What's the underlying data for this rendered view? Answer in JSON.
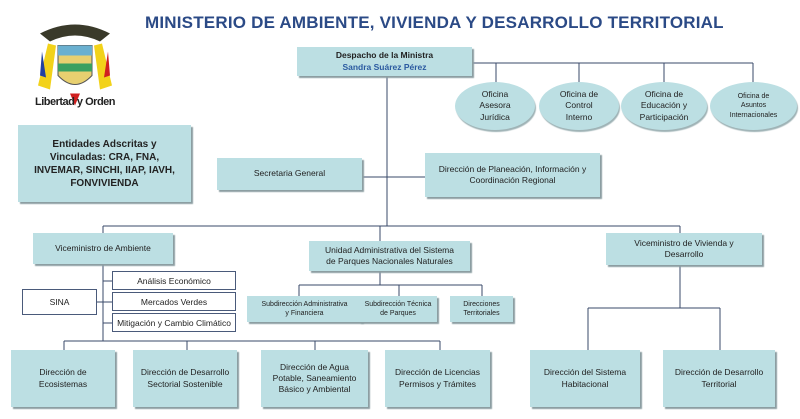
{
  "header": {
    "title": "MINISTERIO DE AMBIENTE, VIVIENDA Y DESARROLLO TERRITORIAL",
    "logo_motto": "Libertad y Orden"
  },
  "colors": {
    "box_fill": "#bcdfe3",
    "title": "#2b4a86",
    "name": "#2b5aa0",
    "line": "#3a4a6a"
  },
  "entidades": "Entidades Adscritas y\nVinculadas: CRA, FNA,\nINVEMAR, SINCHI, IIAP, IAVH,\nFONVIVIENDA",
  "despacho": {
    "title": "Despacho de la Ministra",
    "name": "Sandra Suárez Pérez"
  },
  "oficinas": [
    "Oficina\nAsesora\nJurídica",
    "Oficina de\nControl\nInterno",
    "Oficina de\nEducación y\nParticipación",
    "Oficina de\nAsuntos\nInternacionales"
  ],
  "secretaria": "Secretaria General",
  "planeacion": "Dirección de Planeación, Información y\nCoordinación Regional",
  "vice_ambiente": {
    "title": "Viceministro de Ambiente",
    "units": [
      "Análisis Económico",
      "Mercados Verdes",
      "Mitigación y Cambio Climático"
    ],
    "sina": "SINA",
    "direcciones": [
      "Dirección de\nEcosistemas",
      "Dirección de Desarrollo\nSectorial Sostenible",
      "Dirección de Agua\nPotable, Saneamiento\nBásico y Ambiental",
      "Dirección de Licencias\nPermisos y Trámites"
    ]
  },
  "parques": {
    "title": "Unidad Administrativa del Sistema\nde Parques Nacionales Naturales",
    "subs": [
      "Subdirección Administrativa\ny Financiera",
      "Subdirección Técnica\nde Parques",
      "Direcciones\nTerritoriales"
    ]
  },
  "vice_vivienda": {
    "title": "Viceministro de Vivienda y\nDesarrollo",
    "direcciones": [
      "Dirección del Sistema\nHabitacional",
      "Dirección de Desarrollo\nTerritorial"
    ]
  }
}
